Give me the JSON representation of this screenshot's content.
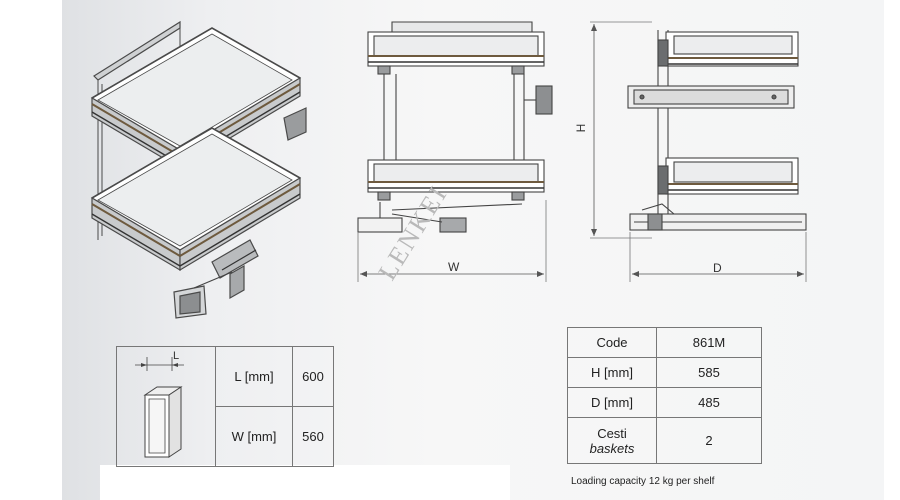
{
  "dimensions": {
    "height_label": "H",
    "width_label": "W",
    "depth_label": "D",
    "l_label": "L"
  },
  "watermark": "LENKEI",
  "size_table": [
    {
      "label": "L [mm]",
      "value": "600"
    },
    {
      "label": "W [mm]",
      "value": "560"
    }
  ],
  "spec_table": {
    "code": {
      "label": "Code",
      "value": "861M"
    },
    "height": {
      "label": "H [mm]",
      "value": "585"
    },
    "depth": {
      "label": "D [mm]",
      "value": "485"
    },
    "baskets": {
      "label_line1": "Cesti",
      "label_line2": "baskets",
      "value": "2"
    }
  },
  "loading_note": "Loading capacity 12 kg per shelf"
}
